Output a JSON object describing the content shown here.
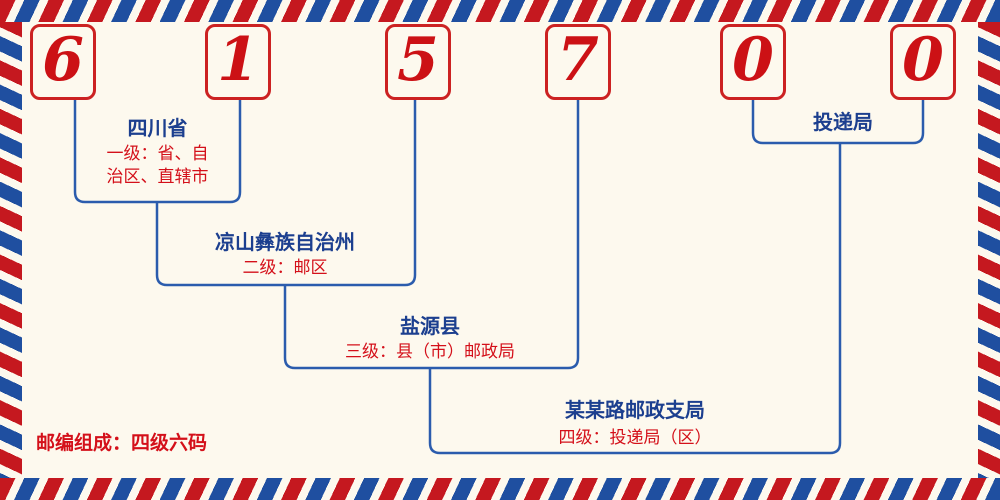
{
  "postal_code": {
    "digits": [
      "6",
      "1",
      "5",
      "7",
      "0",
      "0"
    ]
  },
  "levels": [
    {
      "name": "四川省",
      "desc": "一级：省、自\n治区、直辖市"
    },
    {
      "name": "凉山彝族自治州",
      "desc": "二级：邮区"
    },
    {
      "name": "盐源县",
      "desc": "三级：县（市）邮政局"
    },
    {
      "name": "某某路邮政支局",
      "desc": "四级：投递局（区）"
    },
    {
      "name": "投递局",
      "desc": ""
    }
  ],
  "footer": {
    "composition_label": "邮编组成：四级六码"
  },
  "colors": {
    "background": "#fdf9ee",
    "stripe_red": "#c5181f",
    "stripe_blue": "#1f4fa0",
    "digit_red": "#cc1115",
    "box_border_red": "#cc2222",
    "line_blue": "#2b5cad",
    "name_text_navy": "#1c3f8f",
    "desc_text_red": "#d4101a"
  }
}
